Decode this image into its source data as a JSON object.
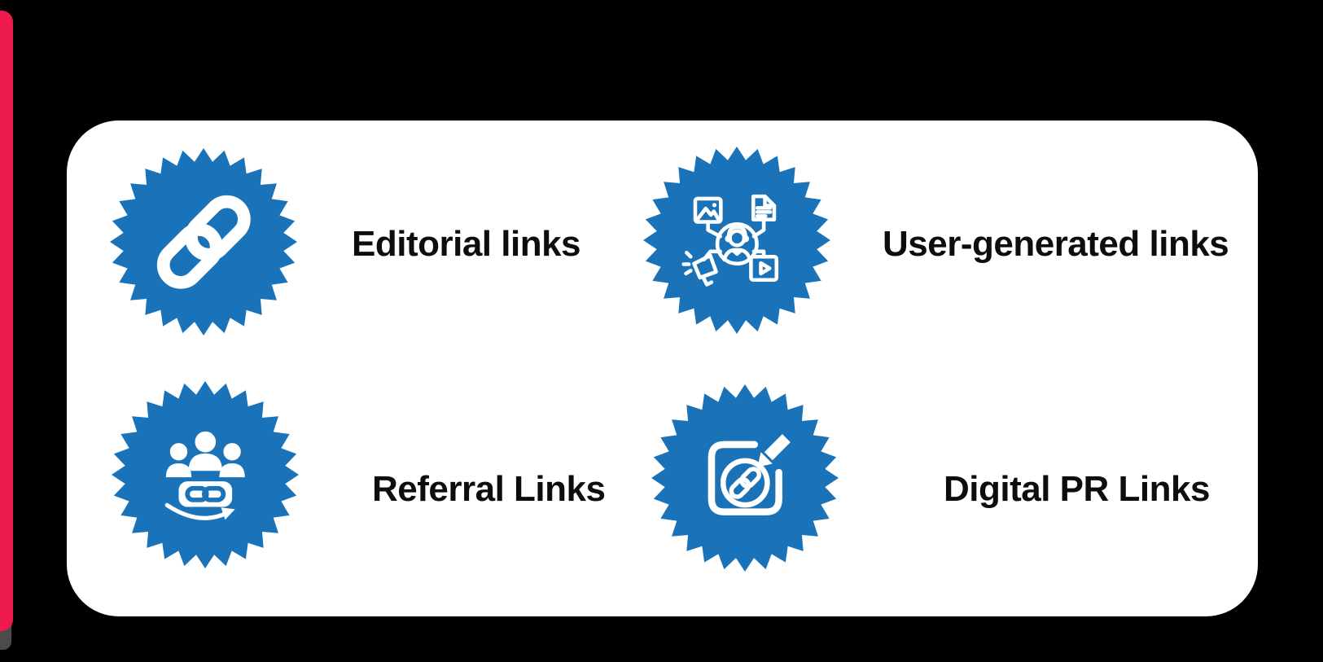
{
  "colors": {
    "background": "#000000",
    "accent_bar": "#EC1A4D",
    "accent_bar_shadow": "#4B4B4B",
    "card_background": "#FFFFFF",
    "badge_blue": "#1A73B8",
    "icon_white": "#FFFFFF",
    "label_text": "#0D0D0D"
  },
  "card": {
    "items": [
      {
        "label": "Editorial links",
        "icon": "chain-link-icon"
      },
      {
        "label": "User-generated links",
        "icon": "user-generated-content-icon"
      },
      {
        "label": "Referral Links",
        "icon": "people-chain-arrow-icon"
      },
      {
        "label": "Digital PR Links",
        "icon": "link-box-arrow-icon"
      }
    ]
  }
}
